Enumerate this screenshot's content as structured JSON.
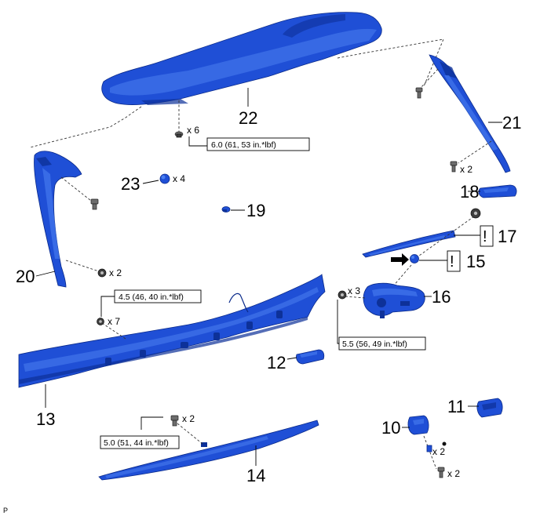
{
  "parts": {
    "p10": "10",
    "p11": "11",
    "p12": "12",
    "p13": "13",
    "p14": "14",
    "p15": "15",
    "p16": "16",
    "p17": "17",
    "p18": "18",
    "p19": "19",
    "p20": "20",
    "p21": "21",
    "p22": "22",
    "p23": "23"
  },
  "quantities": {
    "q22_clip": "x 6",
    "q23": "x 4",
    "q20_nut": "x 2",
    "q21_bolt": "x 2",
    "q13_clip": "x 7",
    "q16_nut": "x 3",
    "q14_screw": "x 2",
    "q10_small": "x 2",
    "q10_bolt": "x 2"
  },
  "torques": {
    "t22": "6.0 (61, 53 in.*lbf)",
    "t13": "4.5 (46, 40 in.*lbf)",
    "t16": "5.5 (56, 49 in.*lbf)",
    "t14": "5.0 (51, 44 in.*lbf)"
  },
  "caution_symbol": "!",
  "corner_code": "P",
  "colors": {
    "part_blue": "#1f4fd6",
    "part_dark": "#0a2a8a",
    "text": "#000000"
  }
}
